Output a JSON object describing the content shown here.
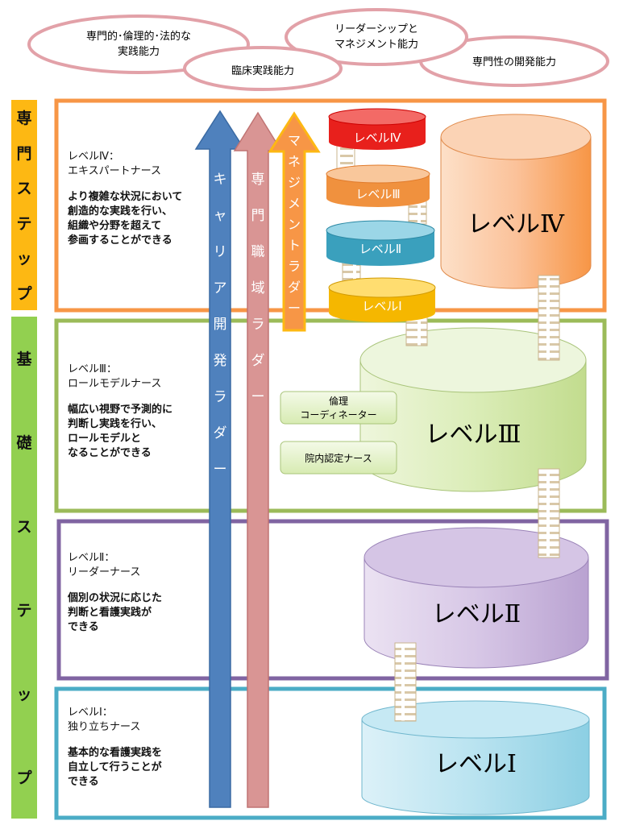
{
  "competencies": [
    {
      "line1": "専門的･倫理的･法的な",
      "line2": "実践能力"
    },
    {
      "line1": "臨床実践能力",
      "line2": ""
    },
    {
      "line1": "リーダーシップと",
      "line2": "マネジメント能力"
    },
    {
      "line1": "専門性の開発能力",
      "line2": ""
    }
  ],
  "steps": {
    "specialist": [
      "専",
      "門",
      "ス",
      "テ",
      "ッ",
      "プ"
    ],
    "basic": [
      "基",
      "礎",
      "ス",
      "テ",
      "ッ",
      "プ"
    ]
  },
  "levels": [
    {
      "title1": "レベルⅣ：",
      "title2": "エキスパートナース",
      "desc": [
        "より複雑な状況において",
        "創造的な実践を行い、",
        "組織や分野を超えて",
        "参画することができる"
      ]
    },
    {
      "title1": "レベルⅢ：",
      "title2": "ロールモデルナース",
      "desc": [
        "幅広い視野で予測的に",
        "判断し実践を行い、",
        "ロールモデルと",
        "なることができる"
      ]
    },
    {
      "title1": "レベルⅡ：",
      "title2": "リーダーナース",
      "desc": [
        "個別の状況に応じた",
        "判断と看護実践が",
        "できる"
      ]
    },
    {
      "title1": "レベルⅠ：",
      "title2": "独り立ちナース",
      "desc": [
        "基本的な看護実践を",
        "自立して行うことが",
        "できる"
      ]
    }
  ],
  "ladders": [
    {
      "text": "キャリア開発ラダー",
      "color": "#4f81bd"
    },
    {
      "text": "専門職域ラダー",
      "color": "#d99594"
    },
    {
      "text": "マネジメントラダー",
      "color": "#f79646"
    }
  ],
  "cylinders": [
    "レベルⅣ",
    "レベルⅢ",
    "レベルⅡ",
    "レベルⅠ"
  ],
  "mini_cylinders": [
    "レベルⅣ",
    "レベルⅢ",
    "レベルⅡ",
    "レベルⅠ"
  ],
  "boxes": [
    {
      "line1": "倫理",
      "line2": "コーディネーター"
    },
    {
      "line1": "院内認定ナース",
      "line2": ""
    }
  ],
  "colors": {
    "orange": "#f79646",
    "green": "#9bbb59",
    "purple": "#8064a2",
    "blue": "#4bacc6",
    "ellipse": "#e2a1a8",
    "sidebar_orange": "#fdb813",
    "sidebar_green": "#92d050"
  }
}
